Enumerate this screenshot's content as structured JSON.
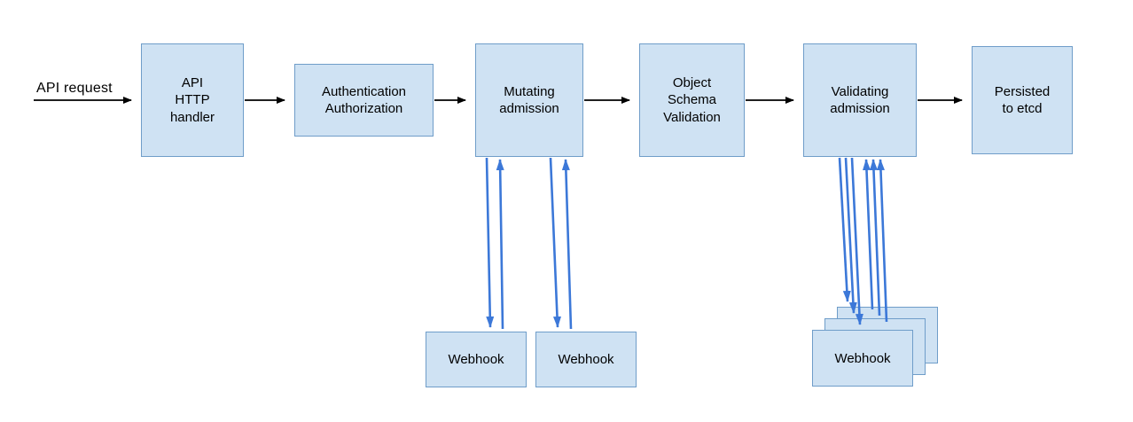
{
  "colors": {
    "box_fill": "#cfe2f3",
    "box_border": "#6f9dc9",
    "arrow_black": "#000000",
    "arrow_blue": "#3c78d8"
  },
  "diagram": {
    "request_label": "API request",
    "nodes": [
      {
        "label": "API\nHTTP\nhandler"
      },
      {
        "label": "Authentication\nAuthorization"
      },
      {
        "label": "Mutating\nadmission"
      },
      {
        "label": "Object\nSchema\nValidation"
      },
      {
        "label": "Validating\nadmission"
      },
      {
        "label": "Persisted\nto etcd"
      }
    ],
    "webhooks": [
      {
        "label": "Webhook"
      },
      {
        "label": "Webhook"
      },
      {
        "label": "Webhook"
      }
    ]
  }
}
